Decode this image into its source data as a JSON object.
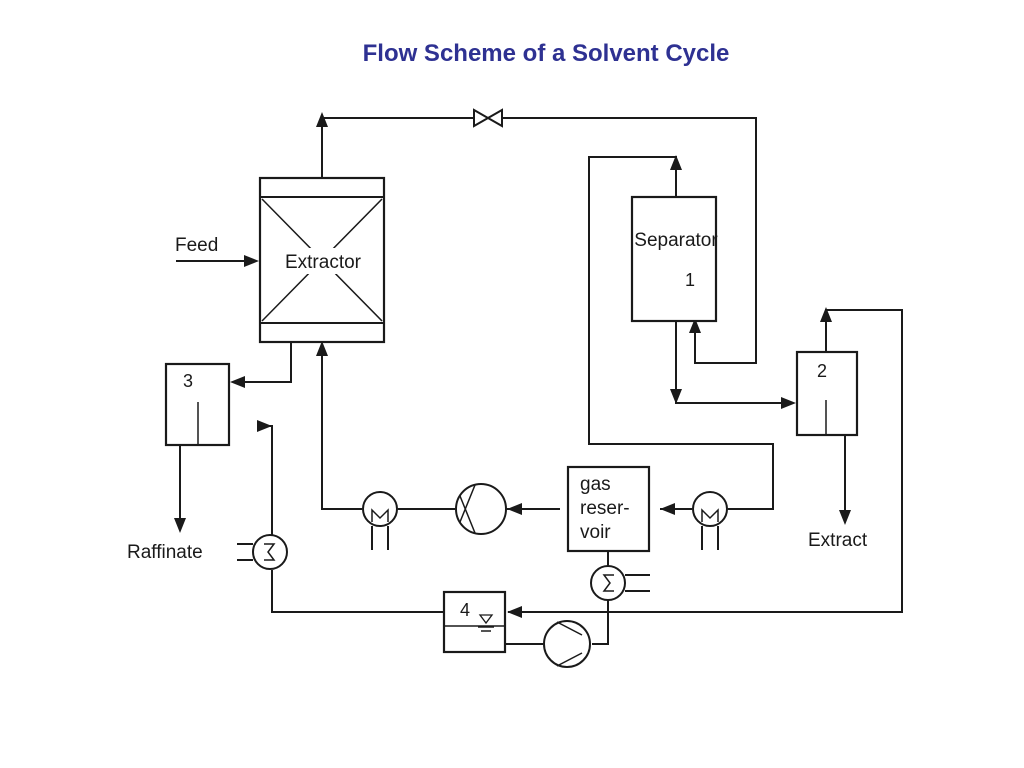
{
  "title": "Flow Scheme of a Solvent Cycle",
  "labels": {
    "feed": "Feed",
    "extractor": "Extractor",
    "separator": "Separator",
    "separator_number": "1",
    "unit2_number": "2",
    "unit3_number": "3",
    "unit4_number": "4",
    "gas_reservoir_line1": "gas",
    "gas_reservoir_line2": "reser-",
    "gas_reservoir_line3": "voir",
    "raffinate": "Raffinate",
    "extract": "Extract"
  },
  "colors": {
    "title": "#2e3192",
    "lines": "#1a1a1a"
  },
  "icons": [
    "valve-icon",
    "heat-exchanger-icon",
    "pump-icon",
    "heater-icon",
    "liquid-level-icon"
  ]
}
